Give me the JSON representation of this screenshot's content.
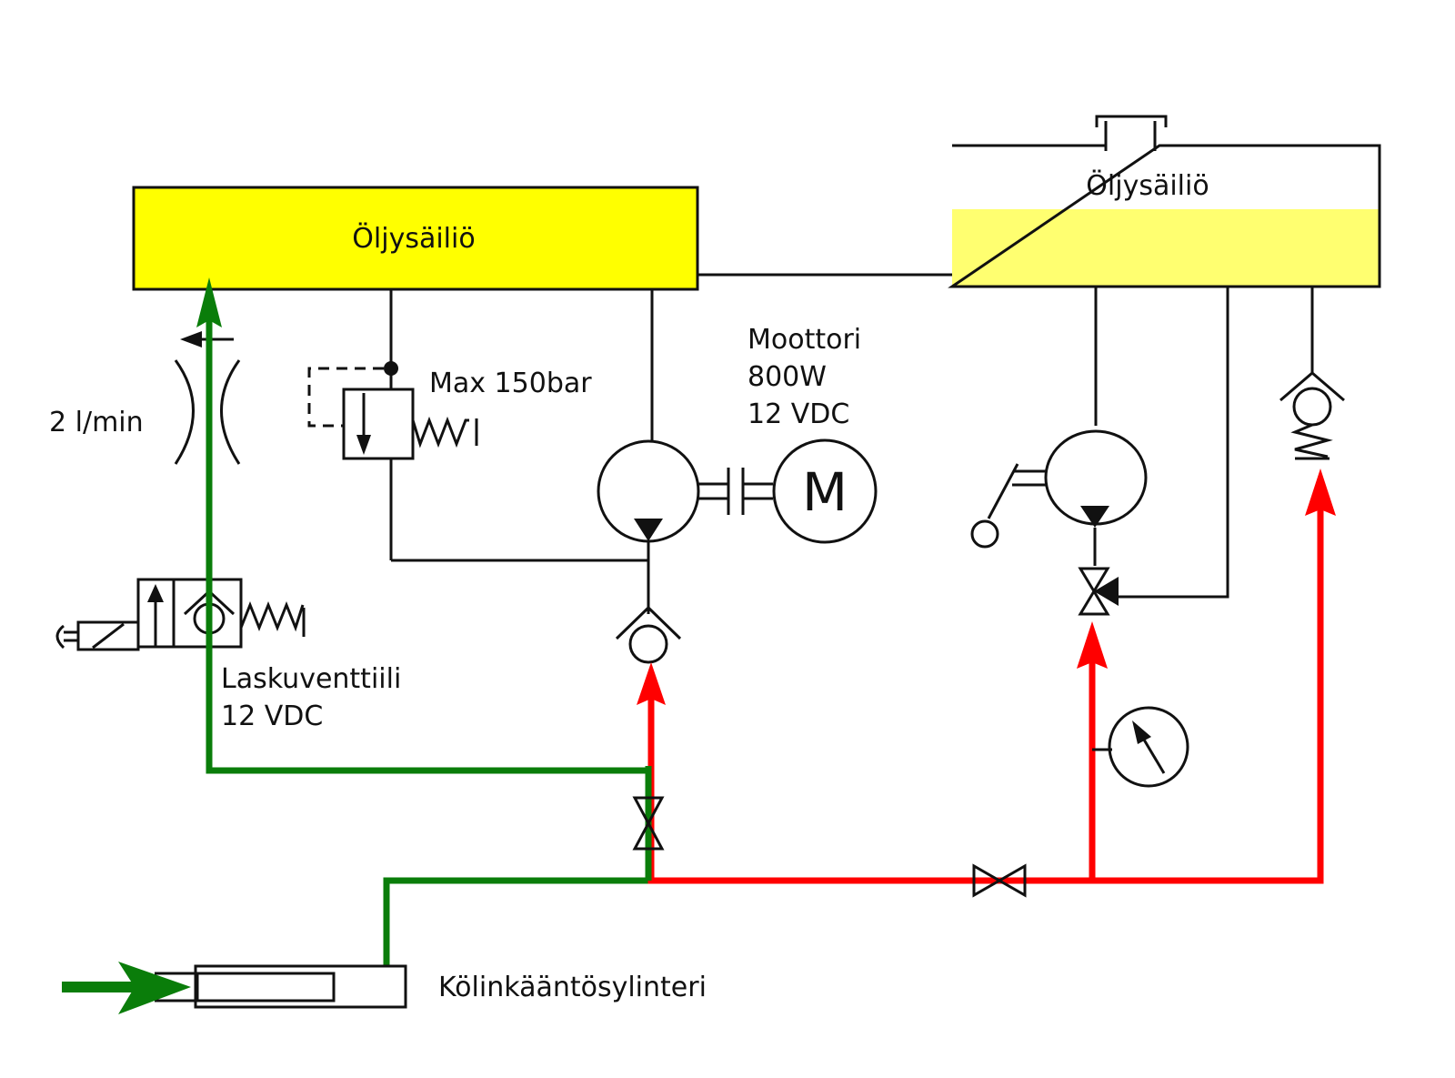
{
  "colors": {
    "tank_left_fill": "#ffff00",
    "tank_right_fill": "#ffff70",
    "return_line": "#0a7d0a",
    "pressure_line": "#ff0000",
    "line_black": "#111111"
  },
  "components": {
    "tank_left": {
      "label": "Öljysäiliö"
    },
    "tank_right": {
      "label": "Öljysäiliö"
    },
    "flow_restrictor": {
      "label": "2 l/min"
    },
    "relief_valve": {
      "label": "Max 150bar"
    },
    "motor": {
      "line1": "Moottori",
      "line2": "800W",
      "line3": "12 VDC",
      "symbol": "M"
    },
    "lowering_valve": {
      "line1": "Laskuventtiili",
      "line2": "12 VDC"
    },
    "cylinder": {
      "label": "Kölinkääntösylinteri"
    }
  }
}
